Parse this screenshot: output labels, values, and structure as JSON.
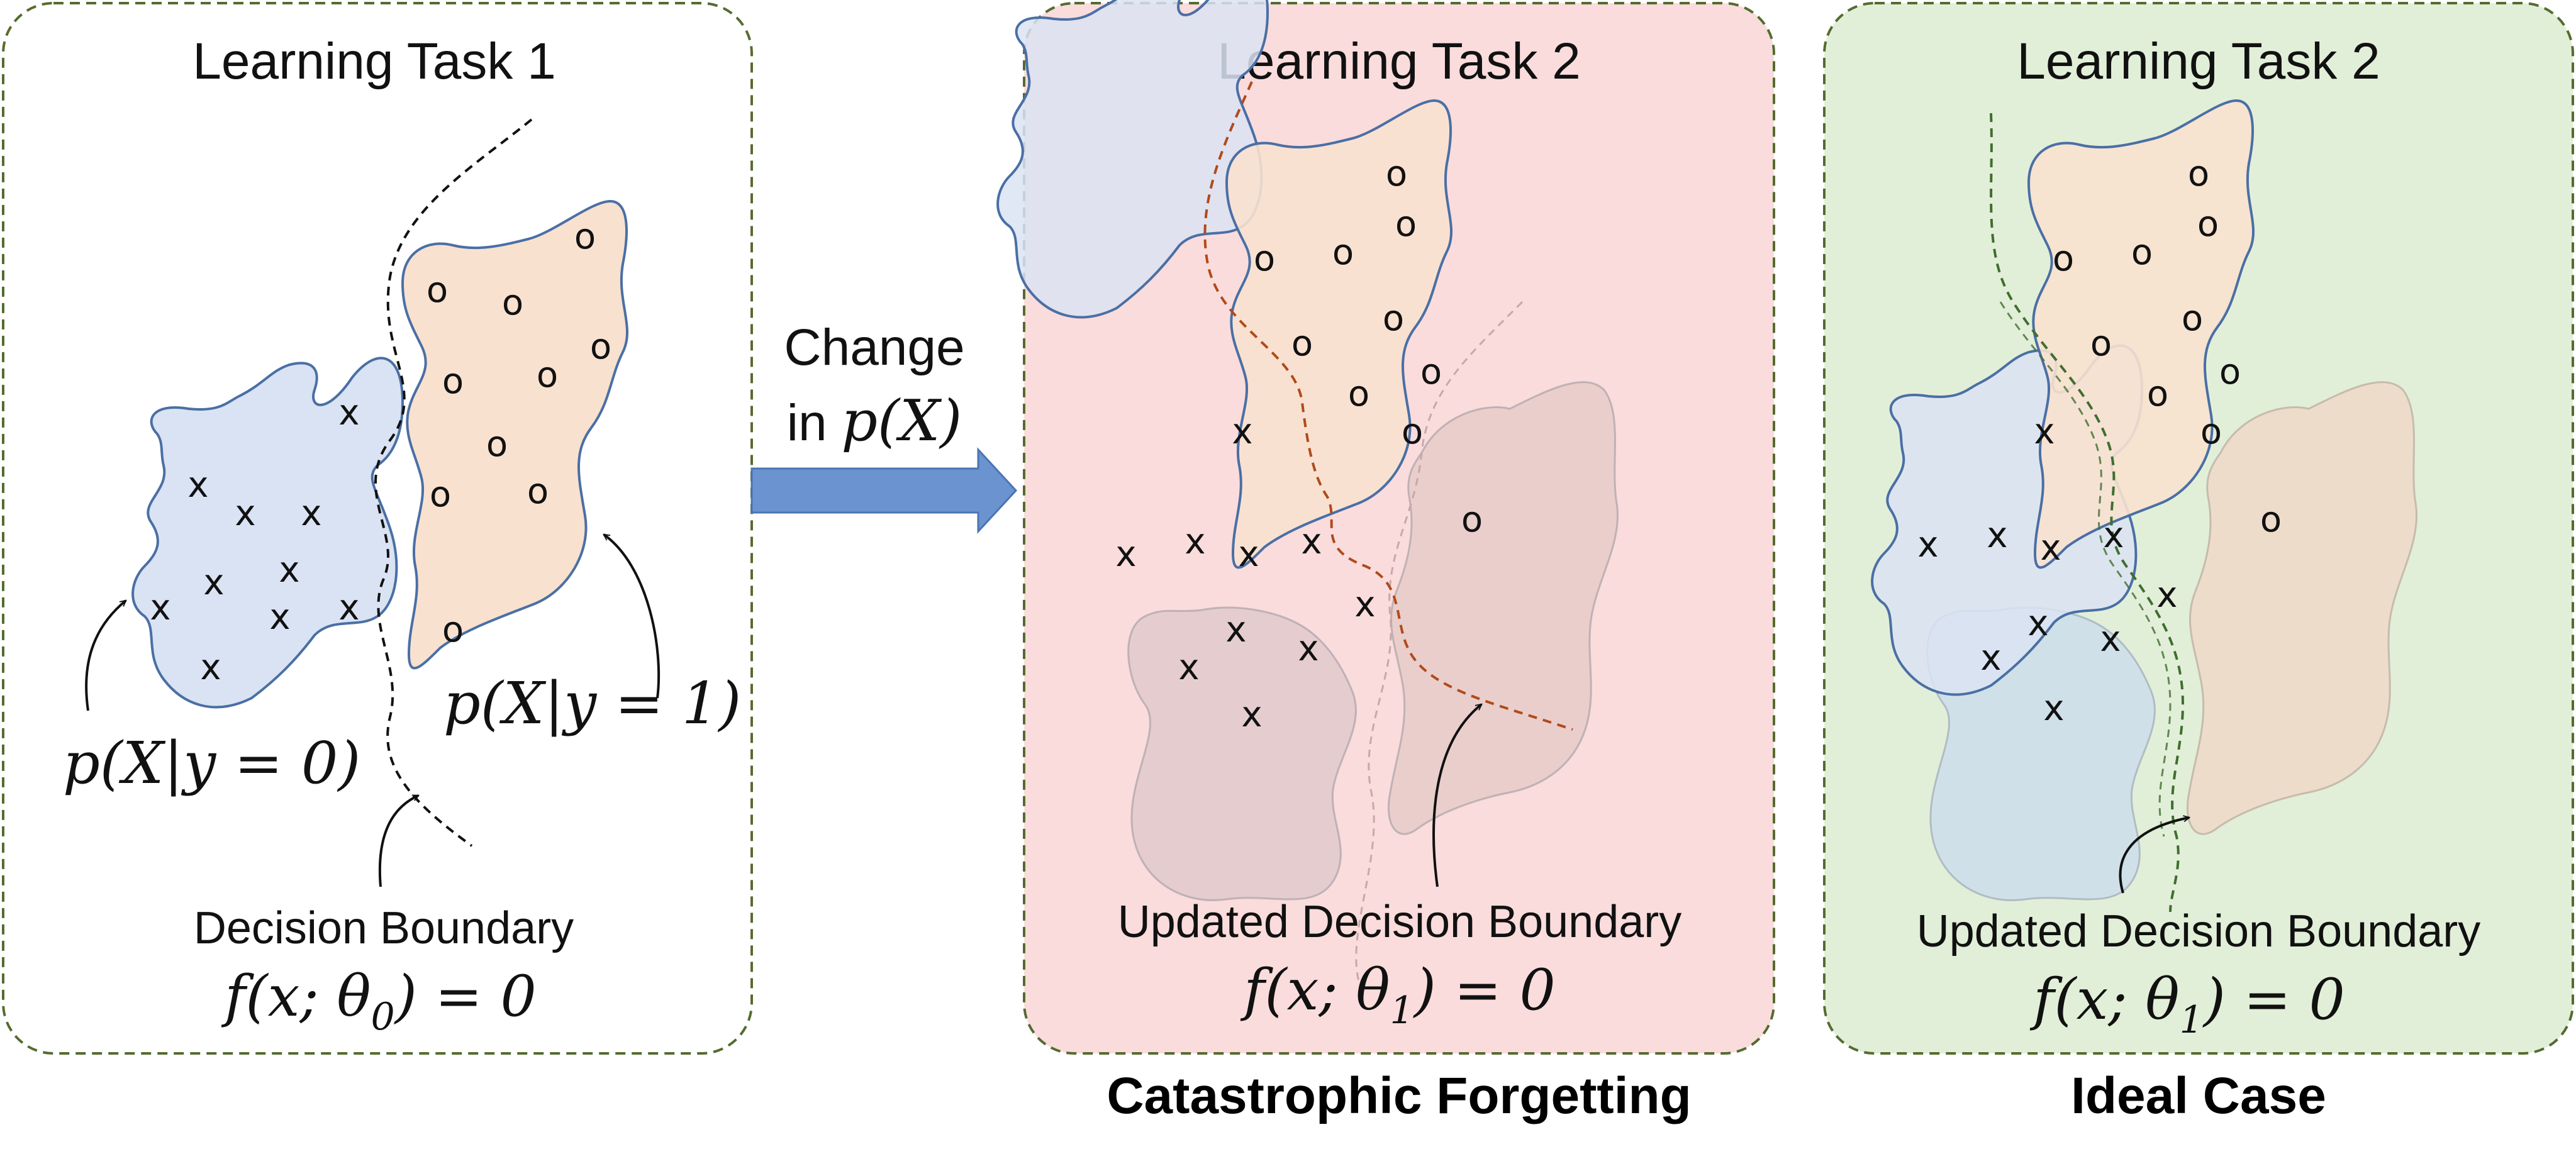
{
  "colors": {
    "panel_border": "#556b2f",
    "panel2_fill": "#fadcdc",
    "panel3_fill": "#e2efd8",
    "blob_x_fill": "#dae3f3",
    "blob_o_fill": "#f8e1cf",
    "blob_stroke": "#4a6fa5",
    "arrow_fill": "#6a93cf",
    "boundary_orange": "#b04a1a",
    "boundary_green": "#3f6e2f"
  },
  "panel1": {
    "title": "Learning Task 1",
    "dist_x_label": "p(X|y = 0)",
    "dist_o_label": "p(X|y = 1)",
    "boundary_label": "Decision Boundary",
    "boundary_eq_pre": "f(x; θ",
    "boundary_eq_sub": "0",
    "boundary_eq_post": ") = 0",
    "x_marker": "x",
    "o_marker": "o"
  },
  "arrow": {
    "line1": "Change",
    "line2_pre": "in ",
    "line2_math": "p(X)"
  },
  "panel2": {
    "title": "Learning Task 2",
    "boundary_label": "Updated Decision Boundary",
    "boundary_eq_pre": "f(x; θ",
    "boundary_eq_sub": "1",
    "boundary_eq_post": ") = 0",
    "caption": "Catastrophic Forgetting"
  },
  "panel3": {
    "title": "Learning Task 2",
    "boundary_label": "Updated Decision Boundary",
    "boundary_eq_pre": "f(x; θ",
    "boundary_eq_sub": "1",
    "boundary_eq_post": ") = 0",
    "caption": "Ideal Case"
  }
}
